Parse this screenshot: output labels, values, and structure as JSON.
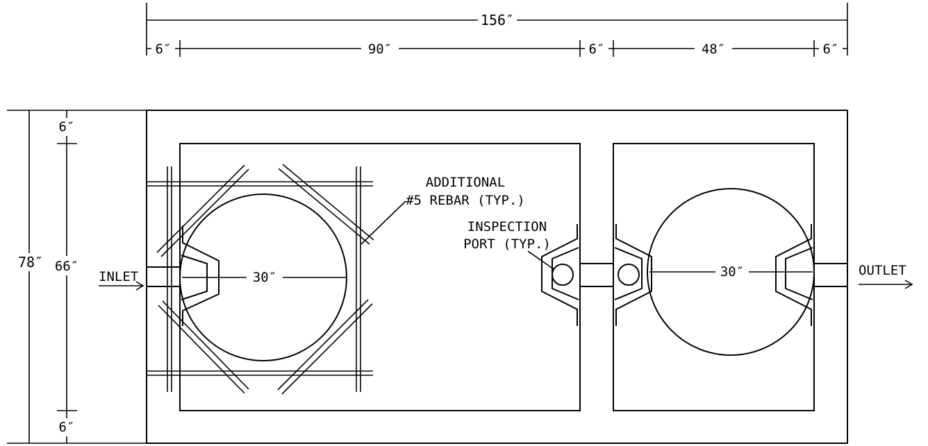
{
  "dimensions": {
    "overall_length": "156″",
    "seg_wall_left": "6″",
    "seg_chamber_1": "90″",
    "seg_wall_mid": "6″",
    "seg_chamber_2": "48″",
    "seg_wall_right": "6″",
    "overall_width": "78″",
    "width_wall_top": "6″",
    "width_interior": "66″",
    "width_wall_bottom": "6″",
    "opening_1": "30″",
    "opening_2": "30″"
  },
  "labels": {
    "inlet": "INLET",
    "outlet": "OUTLET",
    "rebar_line1": "ADDITIONAL",
    "rebar_line2": "#5 REBAR (TYP.)",
    "port_line1": "INSPECTION",
    "port_line2": "PORT (TYP.)"
  }
}
